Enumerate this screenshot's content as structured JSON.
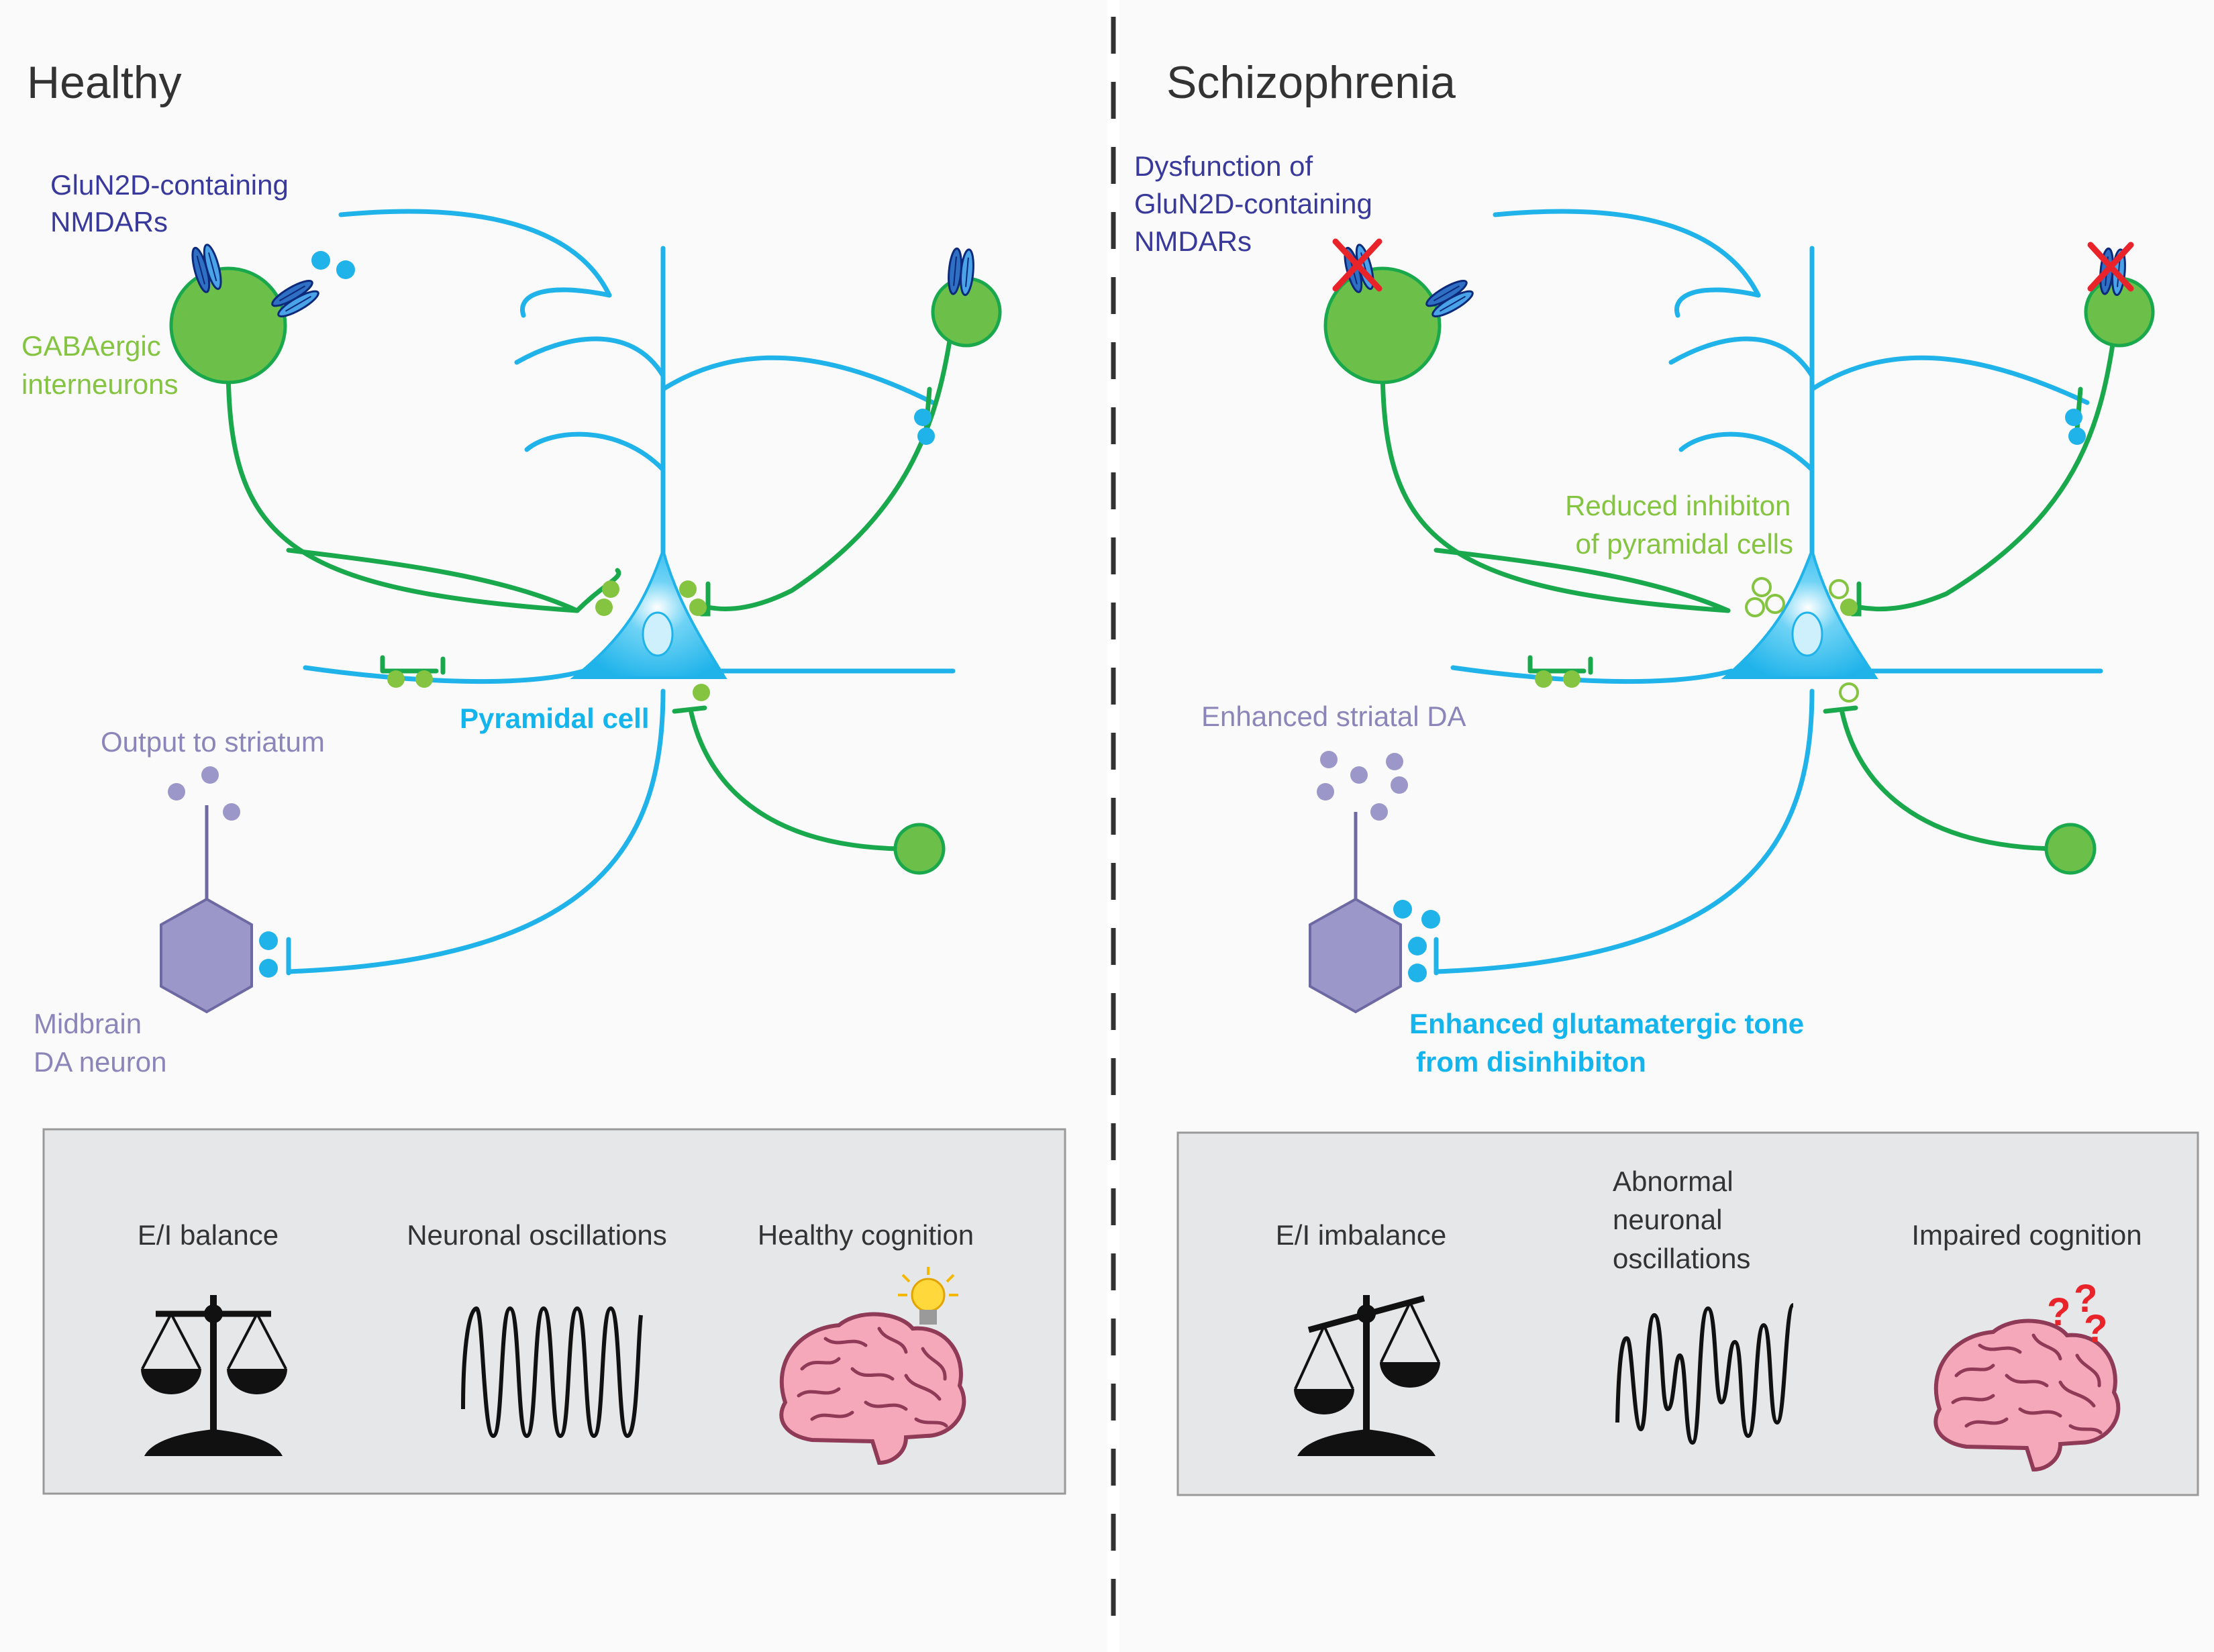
{
  "panels": {
    "healthy": {
      "title": "Healthy",
      "receptor_label": [
        "GluN2D-containing",
        "NMDARs"
      ],
      "interneuron_label": [
        "GABAergic",
        "interneurons"
      ],
      "pyramidal_label": "Pyramidal cell",
      "output_label": "Output to striatum",
      "da_label": [
        "Midbrain",
        "DA neuron"
      ],
      "summary": {
        "balance": "E/I balance",
        "oscillations": [
          "Neuronal oscillations"
        ],
        "cognition": "Healthy cognition"
      }
    },
    "schizophrenia": {
      "title": "Schizophrenia",
      "receptor_label": [
        "Dysfunction of",
        "GluN2D-containing",
        "NMDARs"
      ],
      "inhibition_label": [
        "Reduced inhibiton",
        "of pyramidal cells"
      ],
      "striatal_label": "Enhanced striatal DA",
      "glutamate_label": [
        "Enhanced glutamatergic tone",
        "from disinhibiton"
      ],
      "summary": {
        "balance": "E/I imbalance",
        "oscillations": [
          "Abnormal",
          "neuronal",
          "oscillations"
        ],
        "cognition": "Impaired cognition"
      }
    }
  },
  "colors": {
    "interneuron": "#6cc04a",
    "axon": "#1aa84d",
    "pyramidal": "#1fb3ea",
    "receptor": "#2f6fc4",
    "da_neuron": "#9b97c9",
    "summary_box": "#e6e7e8",
    "brain": "#f5a9b8",
    "question_marks": "#e8242a"
  },
  "icons": [
    "balance-scale-icon",
    "tilted-scale-icon",
    "regular-wave-icon",
    "irregular-wave-icon",
    "brain-icon",
    "light-bulb-icon",
    "question-marks-icon",
    "receptor-icon",
    "cross-mark-icon"
  ]
}
